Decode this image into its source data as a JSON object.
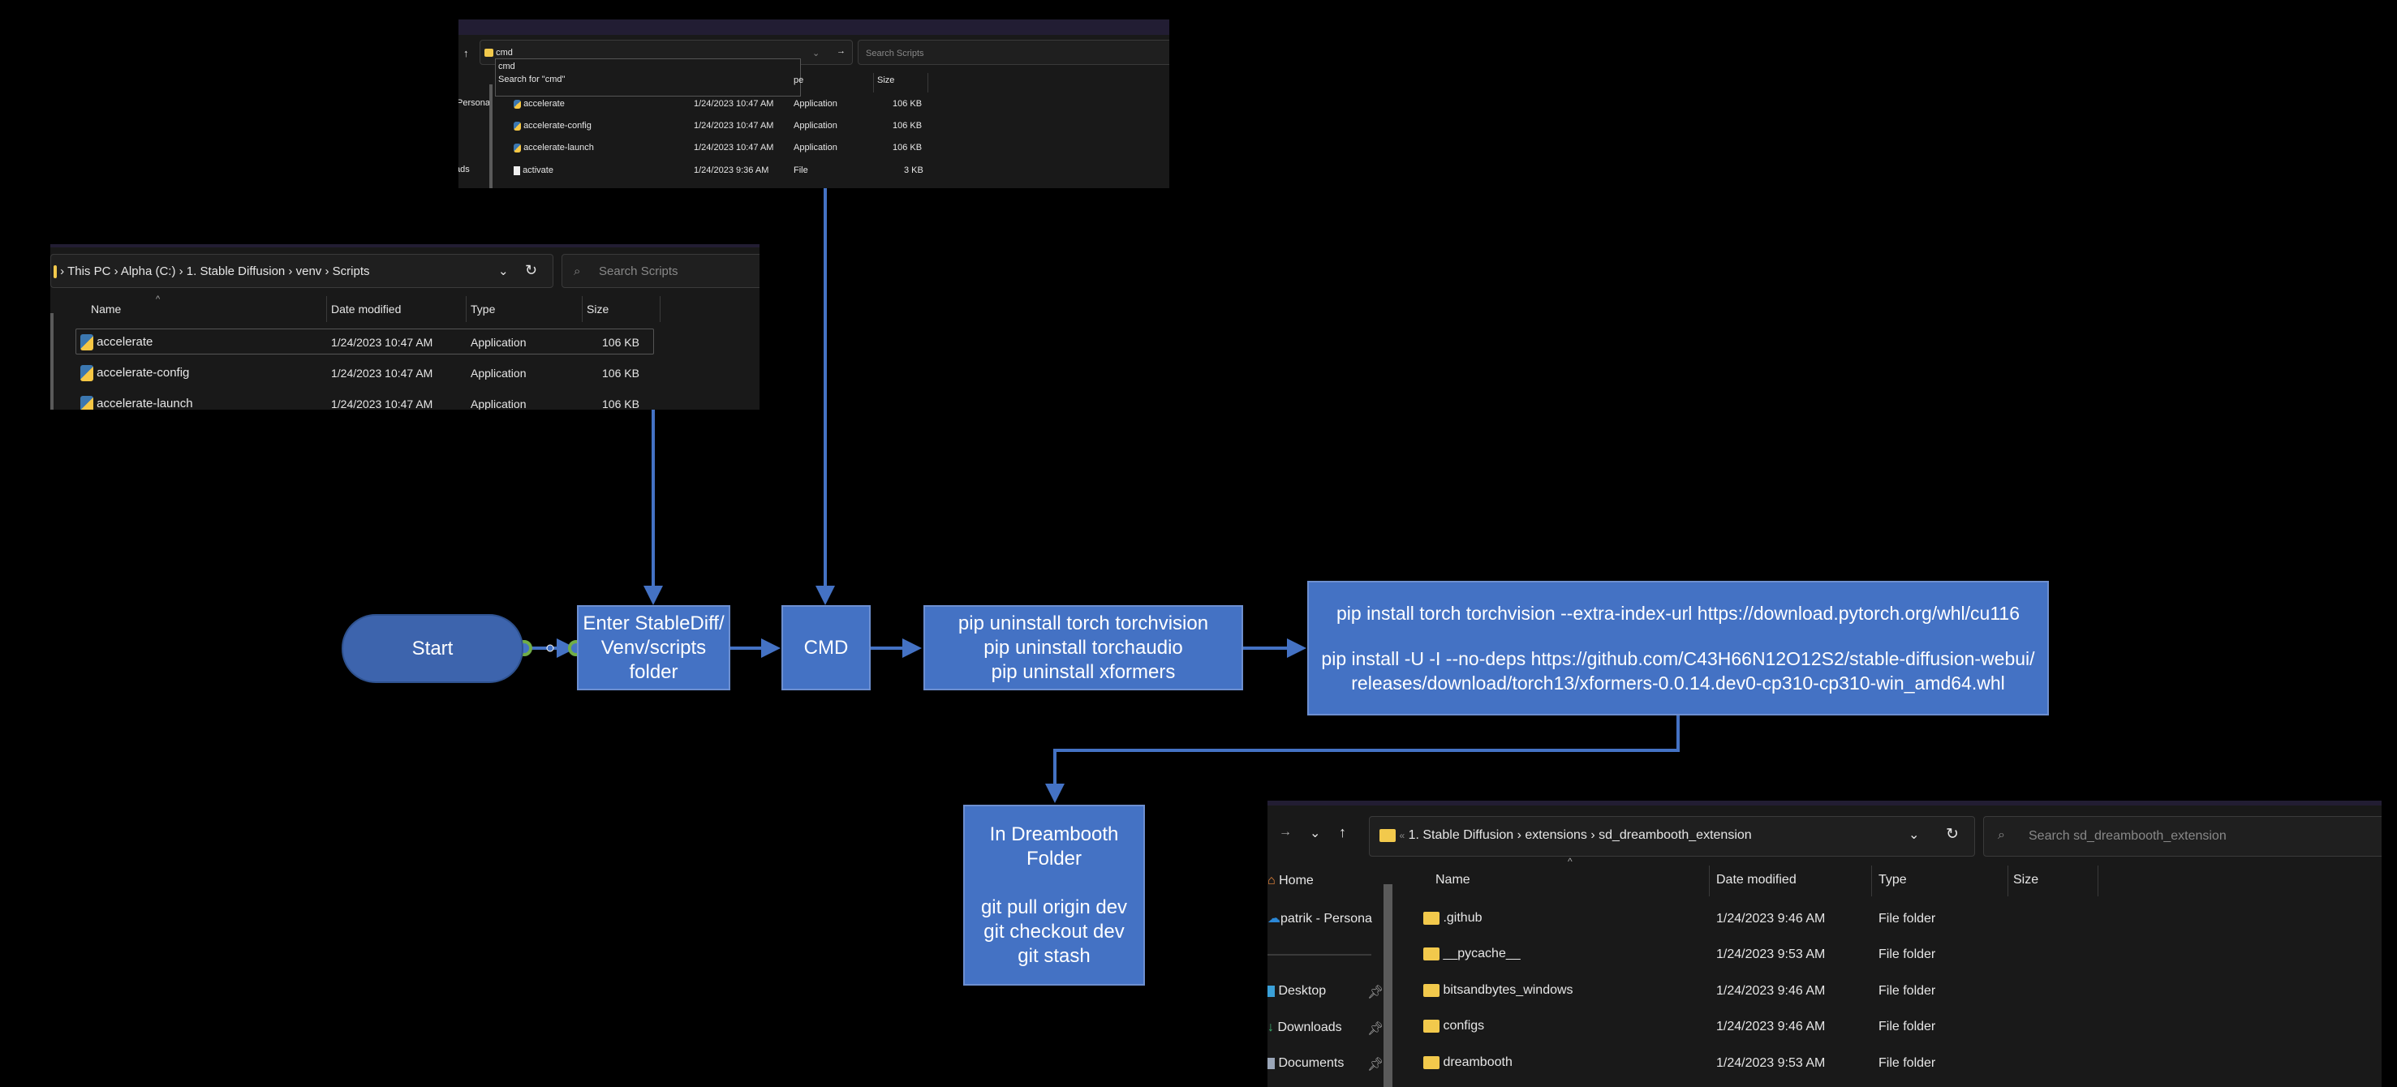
{
  "top_window": {
    "address_value": "cmd",
    "suggestions": [
      "cmd",
      "Search for \"cmd\""
    ],
    "search_placeholder": "Search Scripts",
    "sidebar": [
      "Persona",
      "ads"
    ],
    "headers": {
      "type": "pe",
      "size": "Size"
    },
    "rows": [
      {
        "name": "accelerate",
        "date": "1/24/2023 10:47 AM",
        "type": "Application",
        "size": "106 KB"
      },
      {
        "name": "accelerate-config",
        "date": "1/24/2023 10:47 AM",
        "type": "Application",
        "size": "106 KB"
      },
      {
        "name": "accelerate-launch",
        "date": "1/24/2023 10:47 AM",
        "type": "Application",
        "size": "106 KB"
      },
      {
        "name": "activate",
        "date": "1/24/2023 9:36 AM",
        "type": "File",
        "size": "3 KB"
      }
    ]
  },
  "left_window": {
    "breadcrumb": [
      "This PC",
      "Alpha (C:)",
      "1. Stable Diffusion",
      "venv",
      "Scripts"
    ],
    "search_placeholder": "Search Scripts",
    "headers": {
      "name": "Name",
      "date": "Date modified",
      "type": "Type",
      "size": "Size"
    },
    "rows": [
      {
        "name": "accelerate",
        "date": "1/24/2023 10:47 AM",
        "type": "Application",
        "size": "106 KB"
      },
      {
        "name": "accelerate-config",
        "date": "1/24/2023 10:47 AM",
        "type": "Application",
        "size": "106 KB"
      },
      {
        "name": "accelerate-launch",
        "date": "1/24/2023 10:47 AM",
        "type": "Application",
        "size": "106 KB"
      }
    ]
  },
  "flow": {
    "start": "Start",
    "enter_folder": [
      "Enter StableDiff/",
      "Venv/scripts",
      "folder"
    ],
    "cmd": "CMD",
    "uninstall": [
      "pip uninstall torch torchvision",
      "pip uninstall torchaudio",
      "pip uninstall xformers"
    ],
    "install": [
      "pip install torch torchvision --extra-index-url https://download.pytorch.org/whl/cu116",
      "pip install -U -I --no-deps https://github.com/C43H66N12O12S2/stable-diffusion-webui/",
      "releases/download/torch13/xformers-0.0.14.dev0-cp310-cp310-win_amd64.whl"
    ],
    "dreambooth": [
      "In Dreambooth",
      "Folder",
      "git pull origin dev",
      "git checkout dev",
      "git stash"
    ],
    "colors": {
      "box": "#4472c4",
      "start": "#3d64ad",
      "arrow": "#4472c4",
      "connector": "#70ad47"
    }
  },
  "br_window": {
    "breadcrumb": [
      "1. Stable Diffusion",
      "extensions",
      "sd_dreambooth_extension"
    ],
    "search_placeholder": "Search sd_dreambooth_extension",
    "sidebar": [
      "Home",
      "patrik - Persona",
      "Desktop",
      "Downloads",
      "Documents"
    ],
    "headers": {
      "name": "Name",
      "date": "Date modified",
      "type": "Type",
      "size": "Size"
    },
    "rows": [
      {
        "name": ".github",
        "date": "1/24/2023 9:46 AM",
        "type": "File folder"
      },
      {
        "name": "__pycache__",
        "date": "1/24/2023 9:53 AM",
        "type": "File folder"
      },
      {
        "name": "bitsandbytes_windows",
        "date": "1/24/2023 9:46 AM",
        "type": "File folder"
      },
      {
        "name": "configs",
        "date": "1/24/2023 9:46 AM",
        "type": "File folder"
      },
      {
        "name": "dreambooth",
        "date": "1/24/2023 9:53 AM",
        "type": "File folder"
      }
    ]
  }
}
